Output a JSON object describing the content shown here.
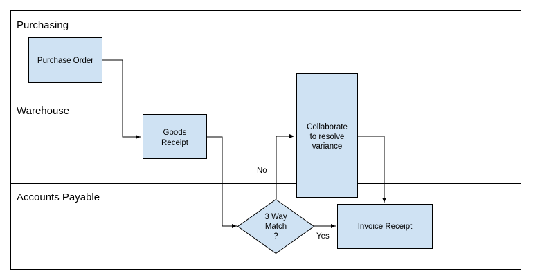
{
  "lanes": [
    {
      "title": "Purchasing"
    },
    {
      "title": "Warehouse"
    },
    {
      "title": "Accounts Payable"
    }
  ],
  "nodes": {
    "purchase_order": {
      "lines": [
        "Purchase Order"
      ],
      "shape": "rectangle"
    },
    "goods_receipt": {
      "lines": [
        "Goods",
        "Receipt"
      ],
      "shape": "rectangle"
    },
    "three_way_match": {
      "lines": [
        "3 Way",
        "Match",
        "?"
      ],
      "shape": "diamond"
    },
    "collaborate": {
      "lines": [
        "Collaborate",
        "to resolve",
        "variance"
      ],
      "shape": "rectangle"
    },
    "invoice_receipt": {
      "lines": [
        "Invoice Receipt"
      ],
      "shape": "rectangle"
    }
  },
  "edges": [
    {
      "from": "purchase_order",
      "to": "goods_receipt",
      "label": ""
    },
    {
      "from": "goods_receipt",
      "to": "three_way_match",
      "label": ""
    },
    {
      "from": "three_way_match",
      "to": "invoice_receipt",
      "label": "Yes"
    },
    {
      "from": "three_way_match",
      "to": "collaborate",
      "label": "No"
    },
    {
      "from": "collaborate",
      "to": "invoice_receipt",
      "label": ""
    }
  ],
  "colors": {
    "node_fill": "#cfe2f3",
    "stroke": "#000000",
    "background": "#ffffff"
  }
}
